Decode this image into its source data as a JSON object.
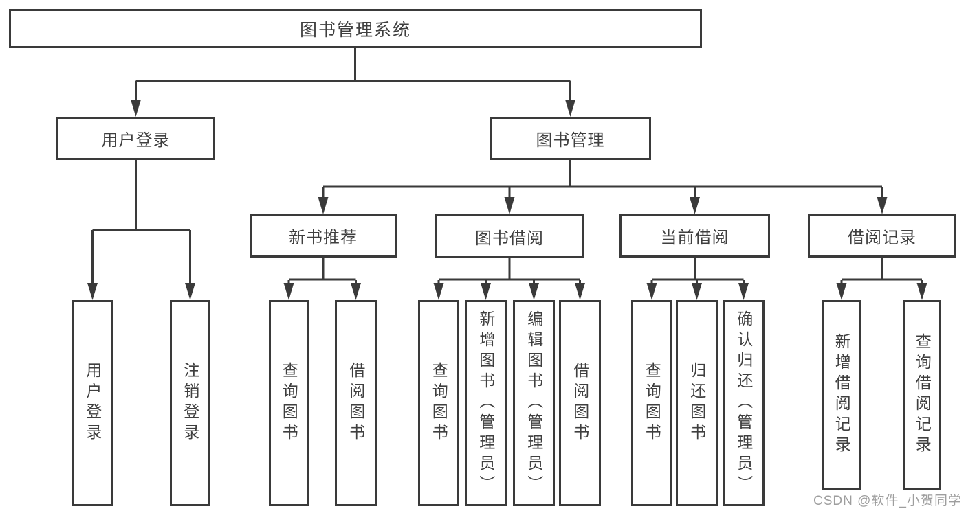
{
  "colors": {
    "stroke": "#3a3a3a",
    "text": "#3f3f3f",
    "watermark": "#9e9e9e",
    "bg": "#ffffff"
  },
  "diagram": {
    "title": "图书管理系统",
    "branches": [
      {
        "label": "用户登录",
        "children": [
          "用户登录",
          "注销登录"
        ]
      },
      {
        "label": "图书管理",
        "groups": [
          {
            "label": "新书推荐",
            "children": [
              "查询图书",
              "借阅图书"
            ]
          },
          {
            "label": "图书借阅",
            "children": [
              "查询图书",
              "新增图书（管理员）",
              "编辑图书（管理员）",
              "借阅图书"
            ]
          },
          {
            "label": "当前借阅",
            "children": [
              "查询图书",
              "归还图书",
              "确认归还（管理员）"
            ]
          },
          {
            "label": "借阅记录",
            "children": [
              "新增借阅记录",
              "查询借阅记录"
            ]
          }
        ]
      }
    ]
  },
  "watermark": {
    "text": "CSDN @软件_小贺同学"
  }
}
